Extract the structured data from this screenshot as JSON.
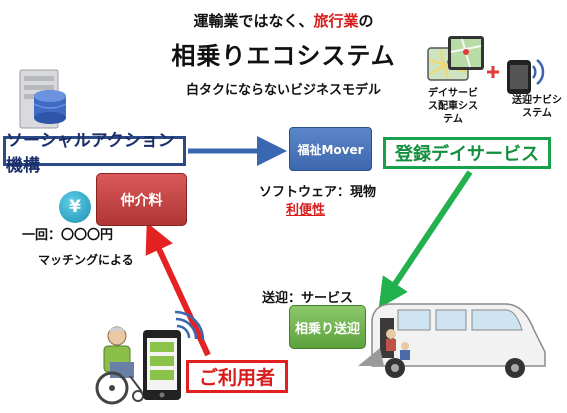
{
  "header": {
    "line1_prefix": "運輸業ではなく、",
    "line1_highlight": "旅行業",
    "line1_suffix": "の",
    "title": "相乗りエコシステム",
    "subtitle": "白タクにならないビジネスモデル"
  },
  "nodes": {
    "org": "ソーシャルアクション機構",
    "mover": "福祉Mover",
    "day_service": "登録デイサービス",
    "fee": "仲介料",
    "ride": "相乗り送迎",
    "user": "ご利用者"
  },
  "labels": {
    "software": "ソフトウェア：現物",
    "convenience": "利便性",
    "price": "一回：〇〇〇円",
    "matching": "マッチングによる",
    "pickup": "送迎：サービス",
    "dispatch_system": "デイサービス配車システム",
    "navi_system": "送迎ナビシステム",
    "yen_symbol": "¥"
  },
  "colors": {
    "blue_arrow": "#3a67b1",
    "green_arrow": "#22b14c",
    "red_arrow": "#e52222",
    "accent_red": "#d81c1c"
  }
}
